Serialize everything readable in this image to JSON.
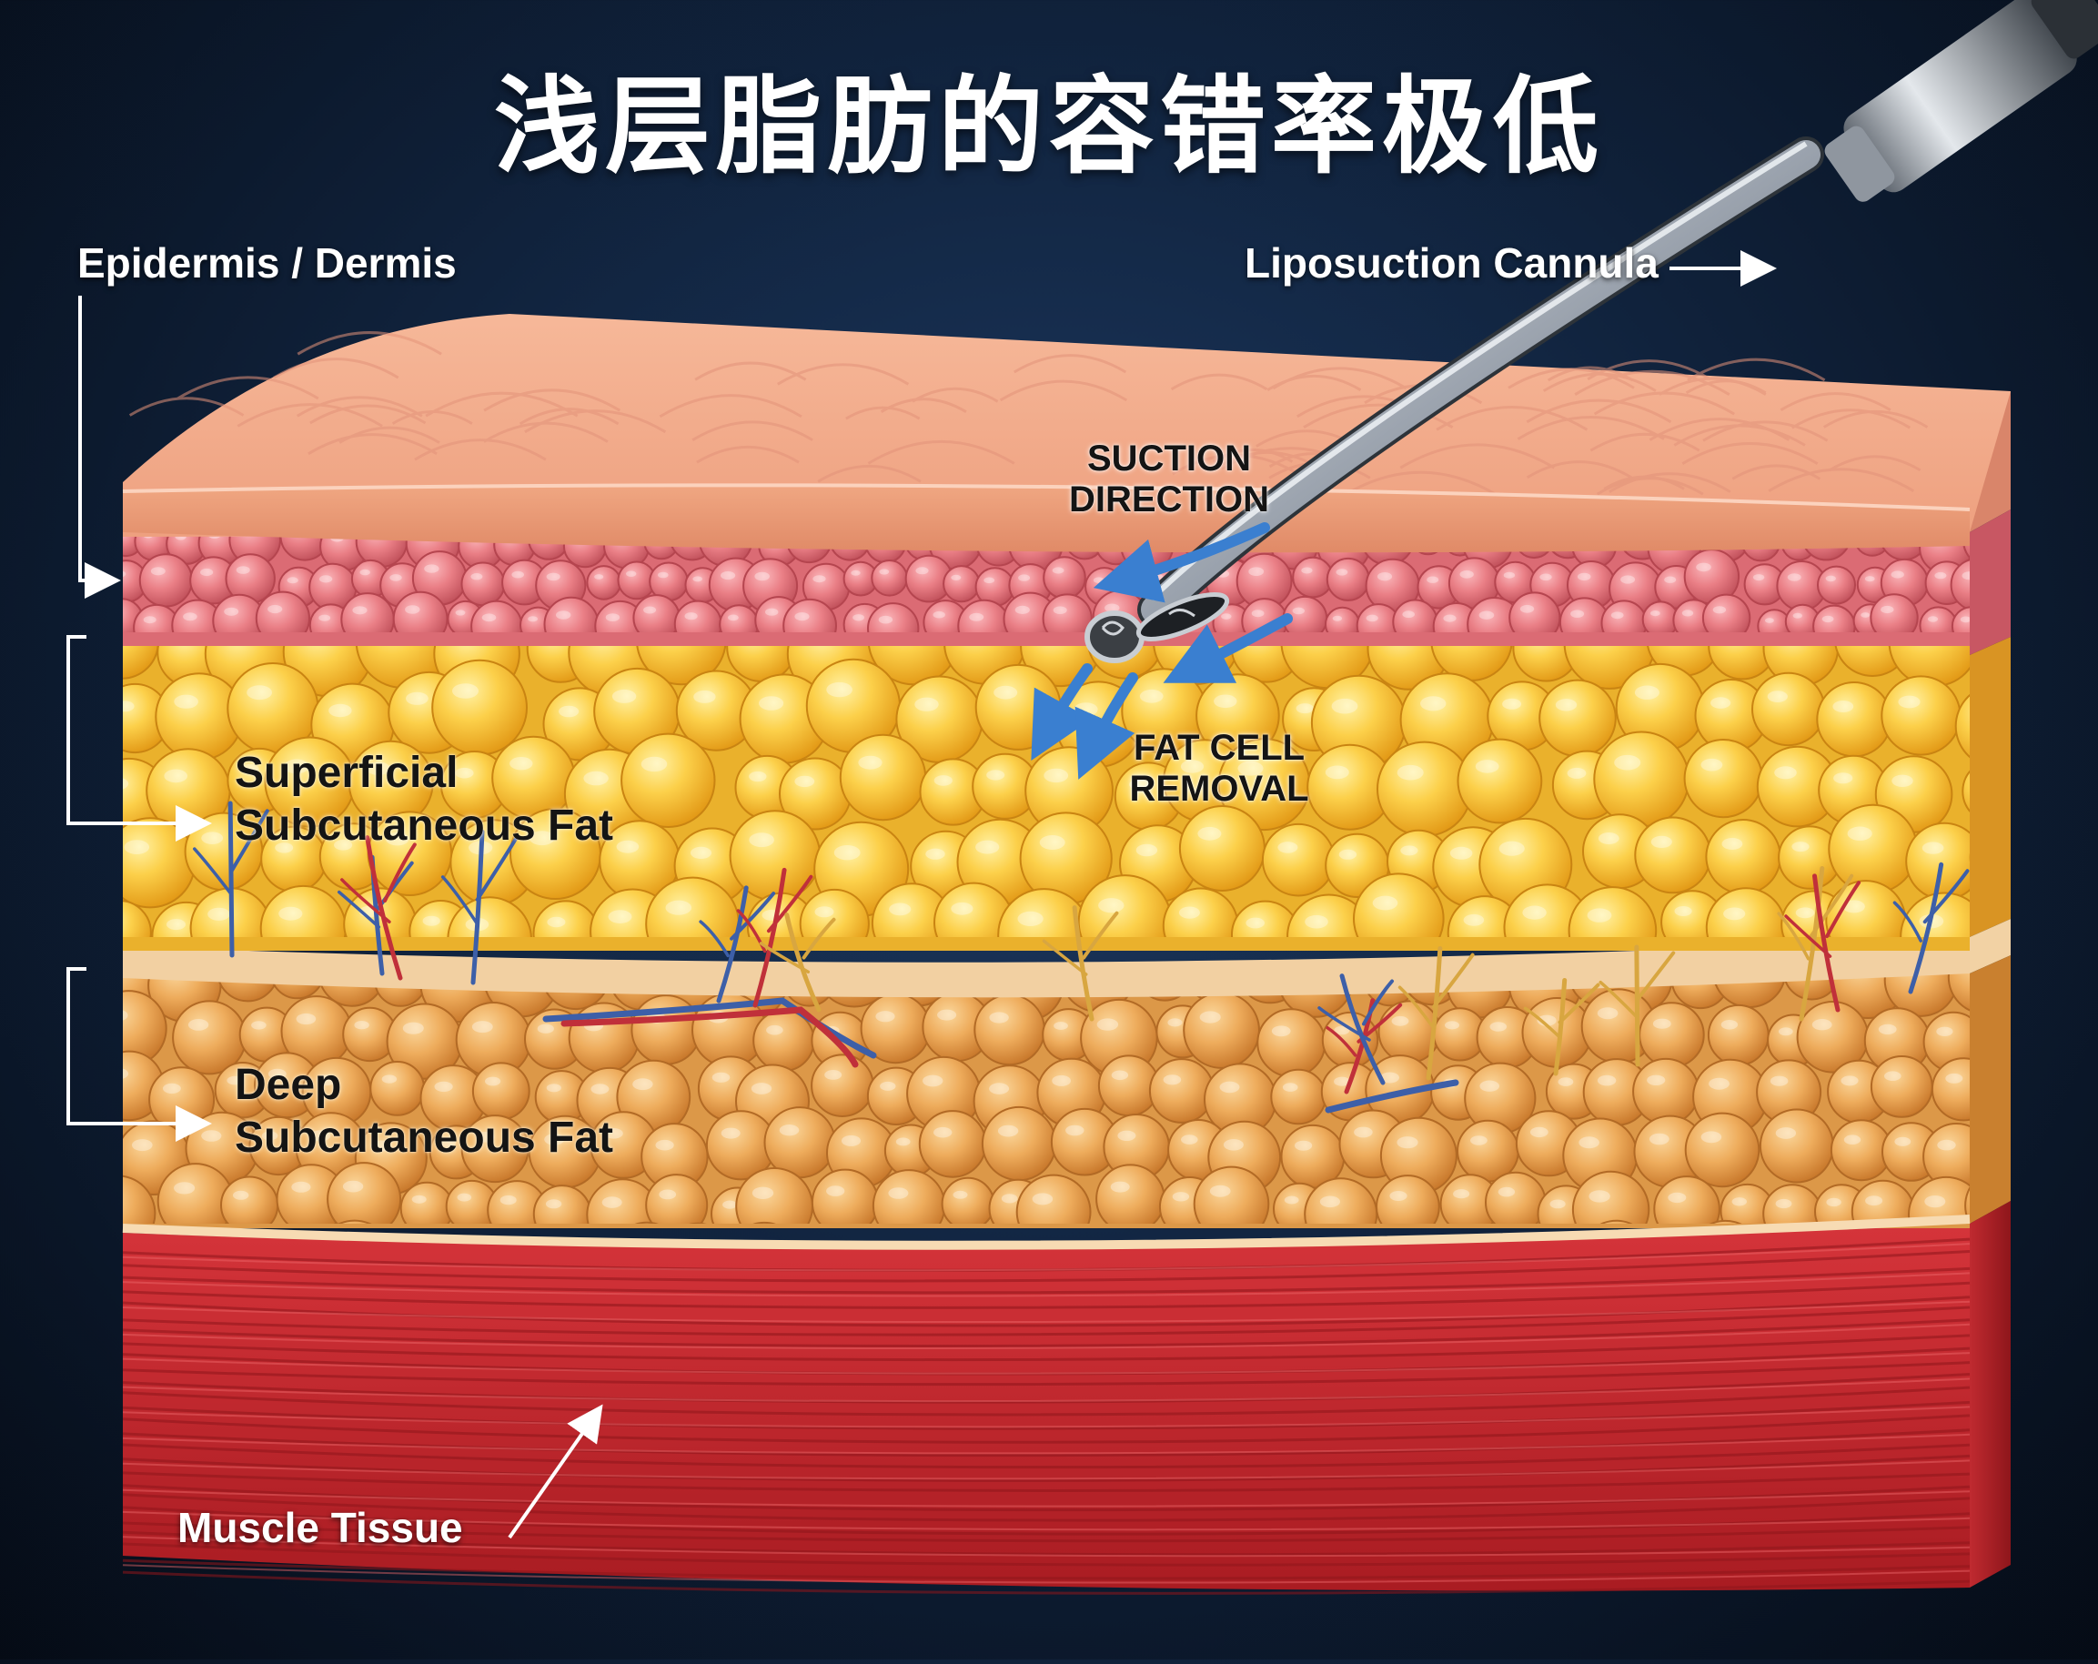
{
  "title": "浅层脂肪的容错率极低",
  "labels": {
    "epidermis": "Epidermis / Dermis",
    "superficial_line1": "Superficial",
    "superficial_line2": "Subcutaneous Fat",
    "deep_line1": "Deep",
    "deep_line2": "Subcutaneous Fat",
    "muscle": "Muscle Tissue",
    "cannula": "Liposuction Cannula",
    "suction_line1": "SUCTION",
    "suction_line2": "DIRECTION",
    "fat_removal_line1": "FAT CELL",
    "fat_removal_line2": "REMOVAL"
  },
  "icons": {
    "cannula": "cannula-icon",
    "suction_arrows": "suction-arrow-icon",
    "vessels": "blood-vessel-icon"
  },
  "colors": {
    "background": "#0b1a2e",
    "epidermis_top": "#f2a98a",
    "dermis": "#e57a7f",
    "superficial_fat": "#f7c23c",
    "deep_fat": "#eda64a",
    "muscle": "#c8262c",
    "arrow_blue": "#3a7fd0"
  }
}
